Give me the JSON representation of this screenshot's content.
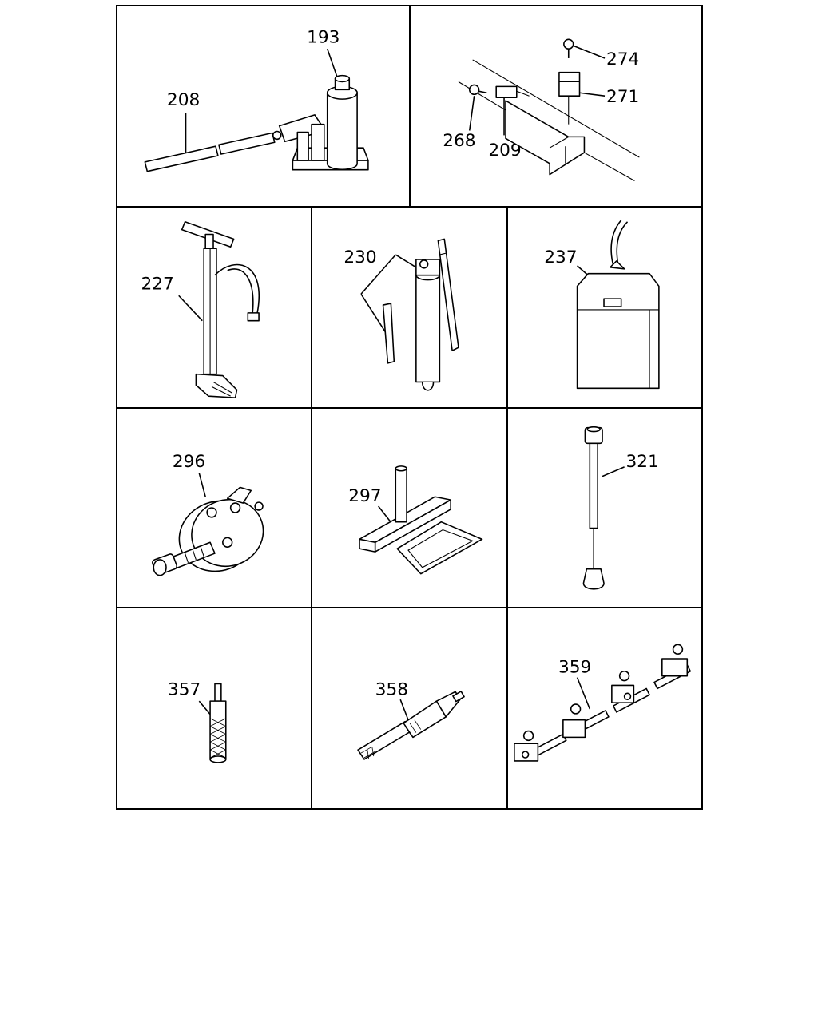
{
  "panels": [
    {
      "id": "p1",
      "labels": [
        "193",
        "208"
      ]
    },
    {
      "id": "p2",
      "labels": [
        "274",
        "271",
        "268",
        "209"
      ]
    },
    {
      "id": "p3",
      "labels": [
        "227"
      ]
    },
    {
      "id": "p4",
      "labels": [
        "230"
      ]
    },
    {
      "id": "p5",
      "labels": [
        "237"
      ]
    },
    {
      "id": "p6",
      "labels": [
        "296"
      ]
    },
    {
      "id": "p7",
      "labels": [
        "297"
      ]
    },
    {
      "id": "p8",
      "labels": [
        "321"
      ]
    },
    {
      "id": "p9",
      "labels": [
        "357"
      ]
    },
    {
      "id": "p10",
      "labels": [
        "358"
      ]
    },
    {
      "id": "p11",
      "labels": [
        "359"
      ]
    }
  ]
}
